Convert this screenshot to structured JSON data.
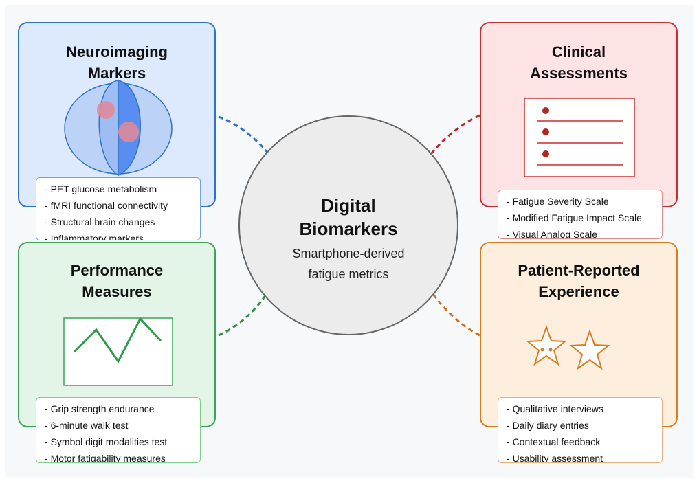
{
  "center": {
    "title_line1": "Digital",
    "title_line2": "Biomarkers",
    "subtitle_line1": "Smartphone-derived",
    "subtitle_line2": "fatigue metrics"
  },
  "neuroimaging": {
    "title_line1": "Neuroimaging",
    "title_line2": "Markers",
    "icon": "brain-scan-icon",
    "items": [
      "PET glucose metabolism",
      "fMRI functional connectivity",
      "Structural brain changes",
      "Inflammatory markers"
    ]
  },
  "clinical": {
    "title_line1": "Clinical",
    "title_line2": "Assessments",
    "icon": "checklist-icon",
    "items": [
      "Fatigue Severity Scale",
      "Modified Fatigue Impact Scale",
      "Visual Analog Scale"
    ]
  },
  "performance": {
    "title_line1": "Performance",
    "title_line2": "Measures",
    "icon": "line-chart-icon",
    "items": [
      "Grip strength endurance",
      "6-minute walk test",
      "Symbol digit modalities test",
      "Motor fatigability measures"
    ]
  },
  "patient": {
    "title_line1": "Patient-Reported",
    "title_line2": "Experience",
    "icon": "star-rating-icon",
    "items": [
      "Qualitative interviews",
      "Daily diary entries",
      "Contextual feedback",
      "Usability assessment"
    ]
  },
  "colors": {
    "neuro": "#2d73c9",
    "clinical": "#c62f2f",
    "performance": "#3aa356",
    "patient": "#d77d20",
    "center": "#ececec"
  }
}
